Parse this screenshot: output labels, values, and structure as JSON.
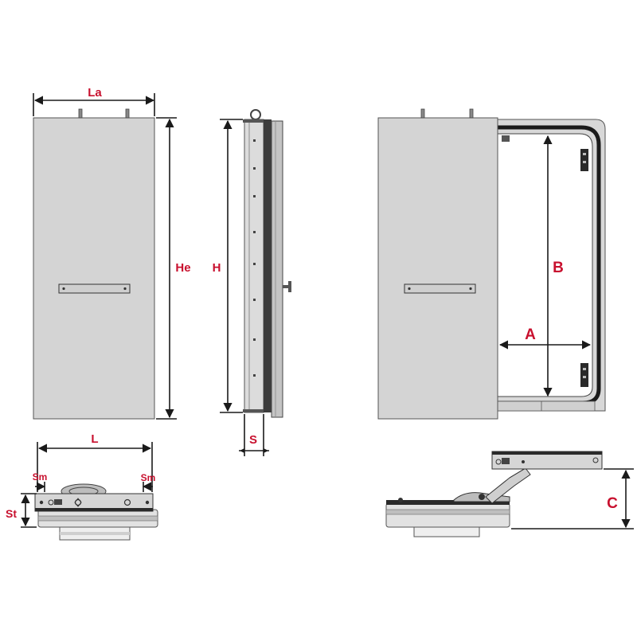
{
  "figure": {
    "colors": {
      "dimension_label": "#c8102e",
      "panel": "#d4d4d4",
      "frame_dark": "#2a2a2a",
      "line": "#1a1a1a"
    },
    "labels": {
      "la": "La",
      "he": "He",
      "h": "H",
      "s": "S",
      "b": "B",
      "a": "A",
      "l": "L",
      "sm_left": "Sm",
      "sm_right": "Sm",
      "st": "St",
      "c": "C"
    }
  }
}
